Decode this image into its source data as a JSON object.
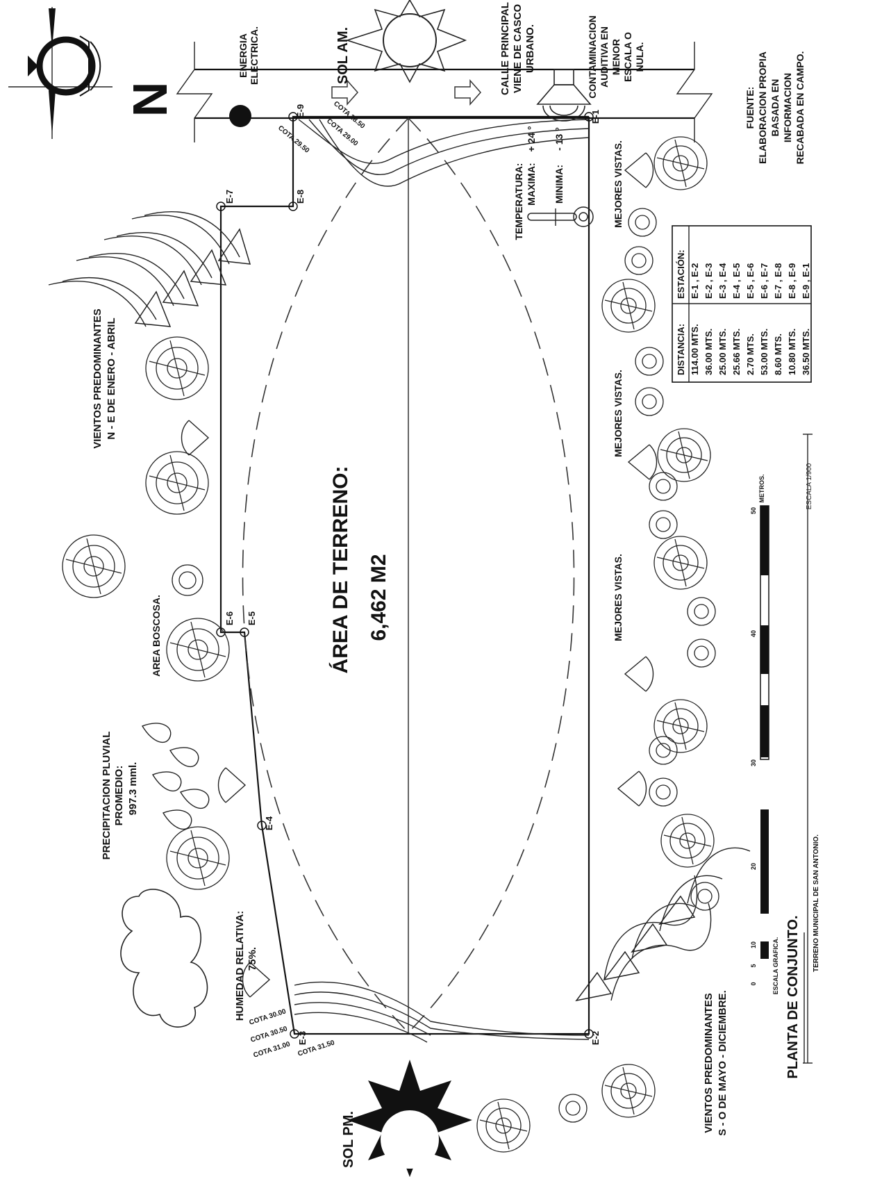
{
  "north": {
    "letter": "N"
  },
  "labels": {
    "sol_am": "SOL AM.",
    "sol_pm": "SOL PM.",
    "energia": [
      "ENERGIA",
      "ELECTRICA."
    ],
    "calle": [
      "CALLE PRINCIPAL",
      "VIENE DE CASCO",
      "URBANO."
    ],
    "contaminacion": [
      "CONTAMINACION",
      "AUDITIVA EN",
      "MENOR",
      "ESCALA O",
      "NULA."
    ],
    "fuente": [
      "FUENTE:",
      "ELABORACION PROPIA",
      "BASADA EN",
      "INFORMACION",
      "RECABADA EN CAMPO."
    ],
    "temperatura": {
      "title": "TEMPERATURA:",
      "max_label": "MAXIMA:",
      "max_value": "+ 24 °",
      "min_label": "MINIMA:",
      "min_value": "- 13 °"
    },
    "vientos_ne": [
      "VIENTOS PREDOMINANTES",
      "N - E DE ENERO - ABRIL"
    ],
    "vientos_so": [
      "VIENTOS PREDOMINANTES",
      "S - O DE MAYO - DICIEMBRE."
    ],
    "precipitacion": [
      "PRECIPITACION PLUVIAL",
      "PROMEDIO:",
      "997.3 mml."
    ],
    "humedad": [
      "HUMEDAD RELATIVA:",
      "75%."
    ],
    "area_boscosa": "AREA BOSCOSA.",
    "mejores_vistas": "MEJORES VISTAS.",
    "area_title": "ÁREA DE TERRENO:",
    "area_value": "6,462 M2",
    "plan_title": "PLANTA DE CONJUNTO.",
    "plan_subtitle": "TERRENO MUNICIPAL DE SAN ANTONIO.",
    "escala_grafica": "ESCALA GRAFICA.",
    "escala": "ESCALA 1/900",
    "metros": "METROS."
  },
  "stations": [
    "E-1",
    "E-2",
    "E-3",
    "E-4",
    "E-5",
    "E-6",
    "E-7",
    "E-8",
    "E-9"
  ],
  "cotas_top": [
    "COTA 29.50",
    "COTA 29.00",
    "COTA 28.50"
  ],
  "cotas_bottom": [
    "COTA 30.00",
    "COTA 30.50",
    "COTA 31.00",
    "COTA 31.50"
  ],
  "scale_ticks": [
    "0",
    "5",
    "10",
    "20",
    "30",
    "40",
    "50"
  ],
  "distance_table": {
    "headers": [
      "ESTACIÓN:",
      "DISTANCIA:"
    ],
    "rows": [
      [
        "E-1 , E-2",
        "114.00 MTS."
      ],
      [
        "E-2 , E-3",
        "36.00 MTS."
      ],
      [
        "E-3 , E-4",
        "25.00 MTS."
      ],
      [
        "E-4 , E-5",
        "25.66 MTS."
      ],
      [
        "E-5 , E-6",
        "2.70 MTS."
      ],
      [
        "E-6 , E-7",
        "53.00 MTS."
      ],
      [
        "E-7 , E-8",
        "8.60 MTS."
      ],
      [
        "E-8 , E-9",
        "10.80 MTS."
      ],
      [
        "E-9 , E-1",
        "36.50 MTS."
      ]
    ]
  },
  "colors": {
    "ink": "#111111",
    "background": "#ffffff"
  }
}
